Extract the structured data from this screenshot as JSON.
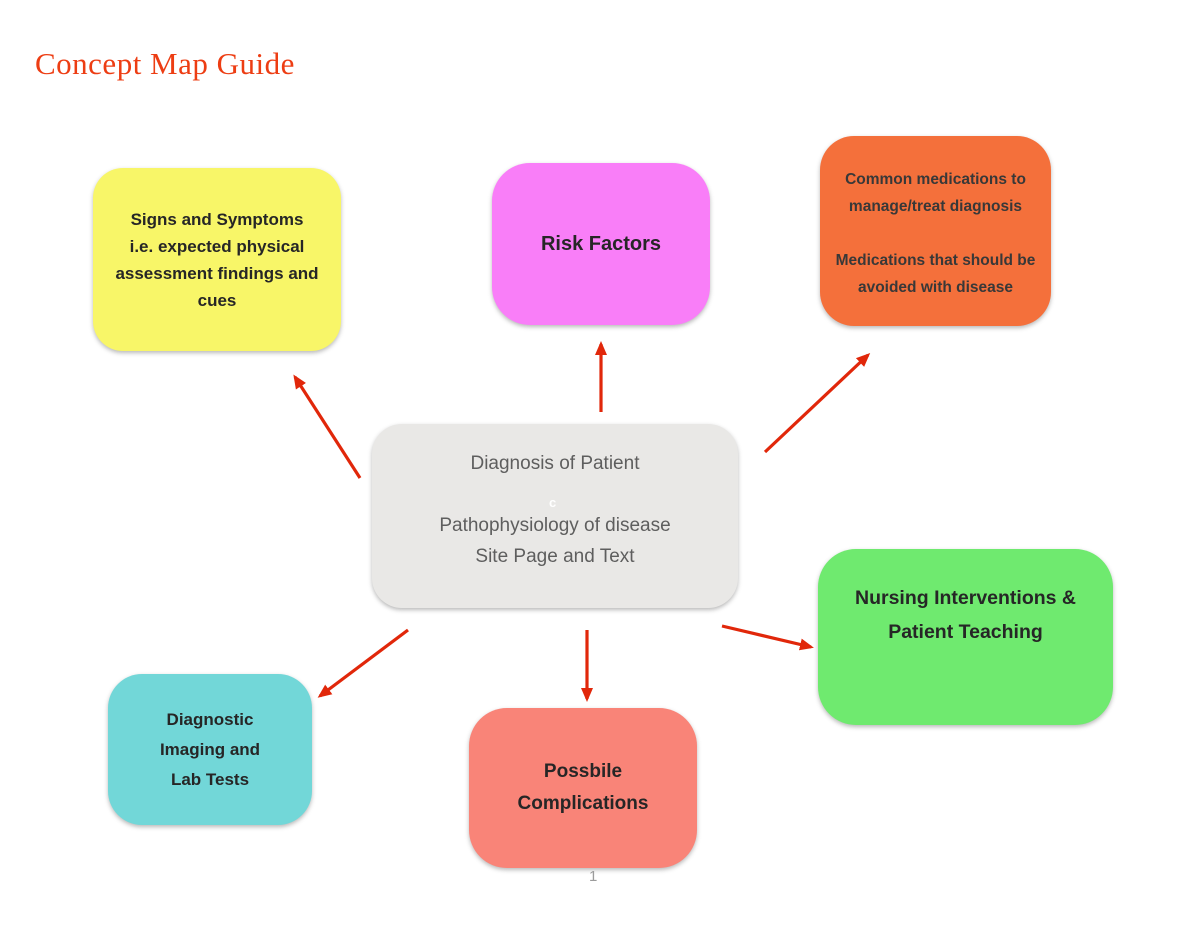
{
  "title": "Concept Map Guide",
  "page_number": "1",
  "colors": {
    "arrow": "#e1270a",
    "title": "#ed3d13",
    "page_number": "#9b9b9b"
  },
  "nodes": {
    "signs_symptoms": {
      "label": "Signs and Symptoms\ni.e. expected physical\nassessment findings and\ncues",
      "color": "#f8f668"
    },
    "risk_factors": {
      "label": "Risk Factors",
      "color": "#f97ef8"
    },
    "medications": {
      "label": "Common medications to\nmanage/treat diagnosis\n\nMedications that should be\navoided with disease",
      "color": "#f4703b"
    },
    "diagnosis_center": {
      "label": "Diagnosis of Patient\n\nPathophysiology of disease\nSite Page and Text",
      "color": "#e9e8e6",
      "stray_overlay_char": "c"
    },
    "nursing_interventions": {
      "label": "Nursing Interventions &\nPatient Teaching",
      "color": "#6fea6f"
    },
    "diagnostic_imaging": {
      "label": "Diagnostic\nImaging and\nLab Tests",
      "color": "#72d7d8"
    },
    "complications": {
      "label": "Possbile\nComplications",
      "color": "#f98478"
    }
  },
  "connections": [
    {
      "from": "diagnosis_center",
      "to": "signs_symptoms"
    },
    {
      "from": "diagnosis_center",
      "to": "risk_factors"
    },
    {
      "from": "diagnosis_center",
      "to": "medications"
    },
    {
      "from": "diagnosis_center",
      "to": "nursing_interventions"
    },
    {
      "from": "diagnosis_center",
      "to": "diagnostic_imaging"
    },
    {
      "from": "diagnosis_center",
      "to": "complications"
    }
  ]
}
